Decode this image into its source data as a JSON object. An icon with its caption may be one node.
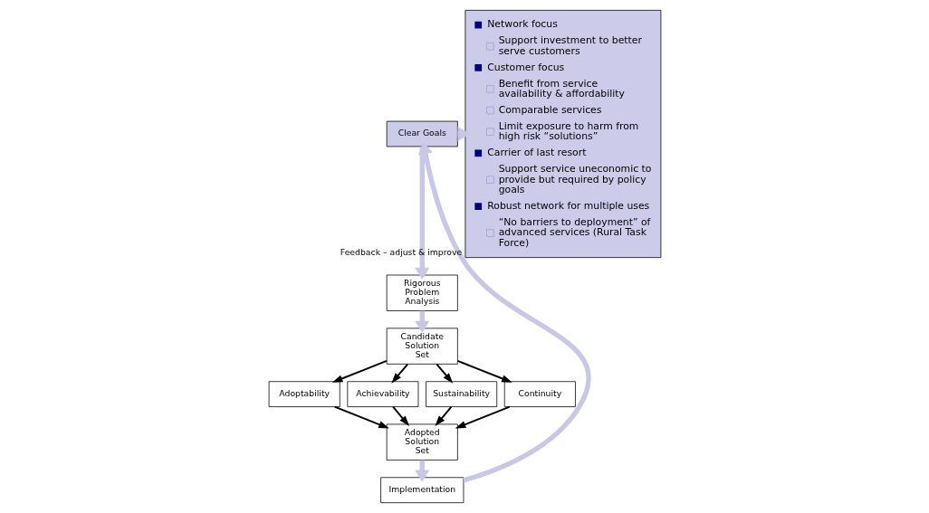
{
  "diagram": {
    "nodes": [
      {
        "text": [
          "Clear Goals"
        ]
      },
      {
        "text": [
          "Rigorous Problem Analysis"
        ]
      },
      {
        "text": [
          "Candidate Solution Set"
        ]
      },
      {
        "text": [
          "Adoptability"
        ]
      },
      {
        "text": [
          "Achievability"
        ]
      },
      {
        "text": [
          "Sustainability"
        ]
      },
      {
        "text": [
          "Continuity"
        ]
      },
      {
        "text": [
          "Adopted Solution Set"
        ]
      },
      {
        "text": [
          "Implementation"
        ]
      },
      {
        "text": [
          "Network focus",
          "Support investment to better serve customers",
          "Customer focus",
          "Benefit from service availability & affordability",
          "Comparable services",
          "Limit exposure to harm from high risk “solutions”",
          "Carrier of last resort",
          "Support service uneconomic to provide but required by policy goals",
          "Robust network for multiple uses",
          "“No barriers to deployment” of advanced services (Rural Task Force)"
        ]
      }
    ],
    "edges": [
      {
        "from": 0,
        "to": 9,
        "arrow": "to",
        "style": "thick",
        "color": "#c8c8e6"
      },
      {
        "from": 0,
        "to": 1,
        "arrow": "to",
        "style": "thick",
        "color": "#c8c8e6"
      },
      {
        "from": 1,
        "to": 2,
        "arrow": "to",
        "style": "thick",
        "color": "#c8c8e6"
      },
      {
        "from": 2,
        "to": 3,
        "arrow": "to"
      },
      {
        "from": 2,
        "to": 4,
        "arrow": "to"
      },
      {
        "from": 2,
        "to": 5,
        "arrow": "to"
      },
      {
        "from": 2,
        "to": 6,
        "arrow": "to"
      },
      {
        "from": 3,
        "to": 7,
        "arrow": "to"
      },
      {
        "from": 4,
        "to": 7,
        "arrow": "to"
      },
      {
        "from": 5,
        "to": 7,
        "arrow": "to"
      },
      {
        "from": 6,
        "to": 7,
        "arrow": "to"
      },
      {
        "from": 7,
        "to": 8,
        "arrow": "to",
        "style": "thick",
        "color": "#c8c8e6"
      },
      {
        "from": 8,
        "to": 0,
        "arrow": "to",
        "style": "thick",
        "color": "#c8c8e6",
        "label": "Feedback – adjust & improve"
      }
    ]
  }
}
